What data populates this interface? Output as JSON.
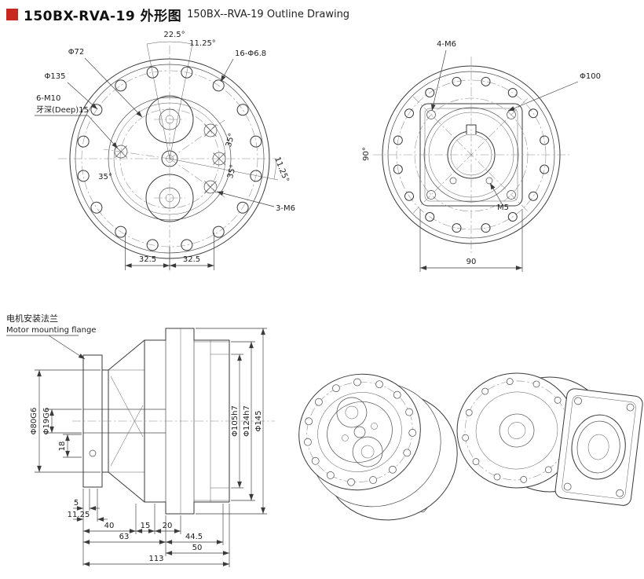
{
  "title": {
    "marker_color": "#c8281e",
    "cn": "150BX-RVA-19 外形图",
    "en": "150BX--RVA-19 Outline Drawing"
  },
  "front_view": {
    "dims": {
      "a22_5": "22.5°",
      "a11_25_top": "11.25°",
      "d72": "Φ72",
      "d135": "Φ135",
      "n16": "16-Φ6.8",
      "n6m10": "6-M10",
      "deep": "牙深(Deep)15",
      "a35_left": "35°",
      "a35_r1": "35°",
      "a35_r2": "35°",
      "a11_25_right": "11.25°",
      "n3m6": "3-M6",
      "w325_l": "32.5",
      "w325_r": "32.5"
    }
  },
  "rear_view": {
    "dims": {
      "n4m6": "4-M6",
      "d100": "Φ100",
      "a90": "90°",
      "m5": "M5",
      "w90": "90"
    }
  },
  "side_view": {
    "labels": {
      "flange_cn": "电机安装法兰",
      "flange_en": "Motor mounting flange"
    },
    "dims": {
      "d80": "Φ80G6",
      "d19": "Φ19G6",
      "h18": "18",
      "w5": "5",
      "w11_25": "11.25",
      "w40": "40",
      "w63": "63",
      "w15": "15",
      "w20": "20",
      "w44_5": "44.5",
      "w50": "50",
      "w113": "113",
      "d105": "Φ105h7",
      "d124": "Φ124h7",
      "d145": "Φ145"
    }
  }
}
